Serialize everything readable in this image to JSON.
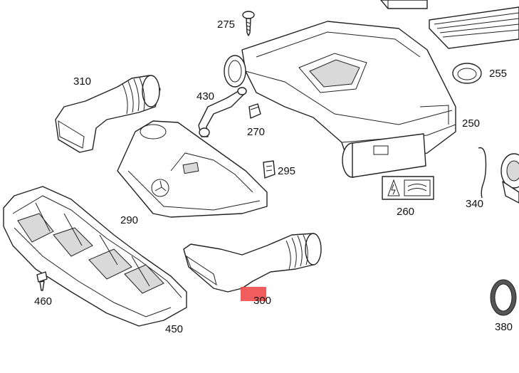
{
  "labels": {
    "p275": "275",
    "p255": "255",
    "p310": "310",
    "p430": "430",
    "p270": "270",
    "p250": "250",
    "p295": "295",
    "p260": "260",
    "p340": "340",
    "p290": "290",
    "p300": "300",
    "p460": "460",
    "p450": "450",
    "p380": "380"
  },
  "highlight_color": "#ef4b4b",
  "line_color": "#222222"
}
